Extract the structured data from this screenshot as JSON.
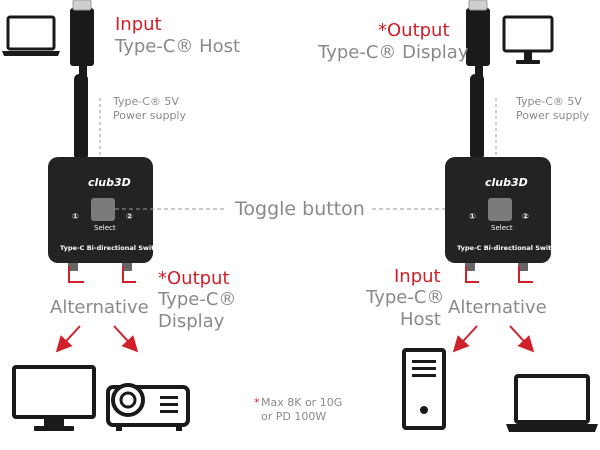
{
  "colors": {
    "accent_red": "#d0202a",
    "label_grey": "#8a8a8a",
    "device_black": "#1a1a1a",
    "switch_body": "#232323"
  },
  "left": {
    "input_word": "Input",
    "host_label": "Type-C® Host",
    "power_label": [
      "Type-C® 5V",
      "Power supply"
    ],
    "output_label": "*Output",
    "display_label": [
      "Type-C®",
      "Display"
    ],
    "alternative_label": "Alternative",
    "top_device_icon": "laptop-icon",
    "bottom_icons": [
      "monitor-icon",
      "projector-icon"
    ]
  },
  "right": {
    "output_label": "*Output",
    "display_label": "Type-C® Display",
    "power_label": [
      "Type-C® 5V",
      "Power supply"
    ],
    "input_word": "Input",
    "host_label": [
      "Type-C®",
      "Host"
    ],
    "alternative_label": "Alternative",
    "top_device_icon": "monitor-icon",
    "bottom_icons": [
      "pc-tower-icon",
      "laptop-icon"
    ]
  },
  "switch": {
    "logo": "club3D",
    "select_label": "Select",
    "port_1": "①",
    "port_2": "②",
    "name": "Type-C Bi-directional Switch"
  },
  "center": {
    "toggle_label": "Toggle button",
    "footnote_star": "*",
    "footnote_lines": [
      "Max 8K or 10G",
      "or PD 100W"
    ]
  }
}
